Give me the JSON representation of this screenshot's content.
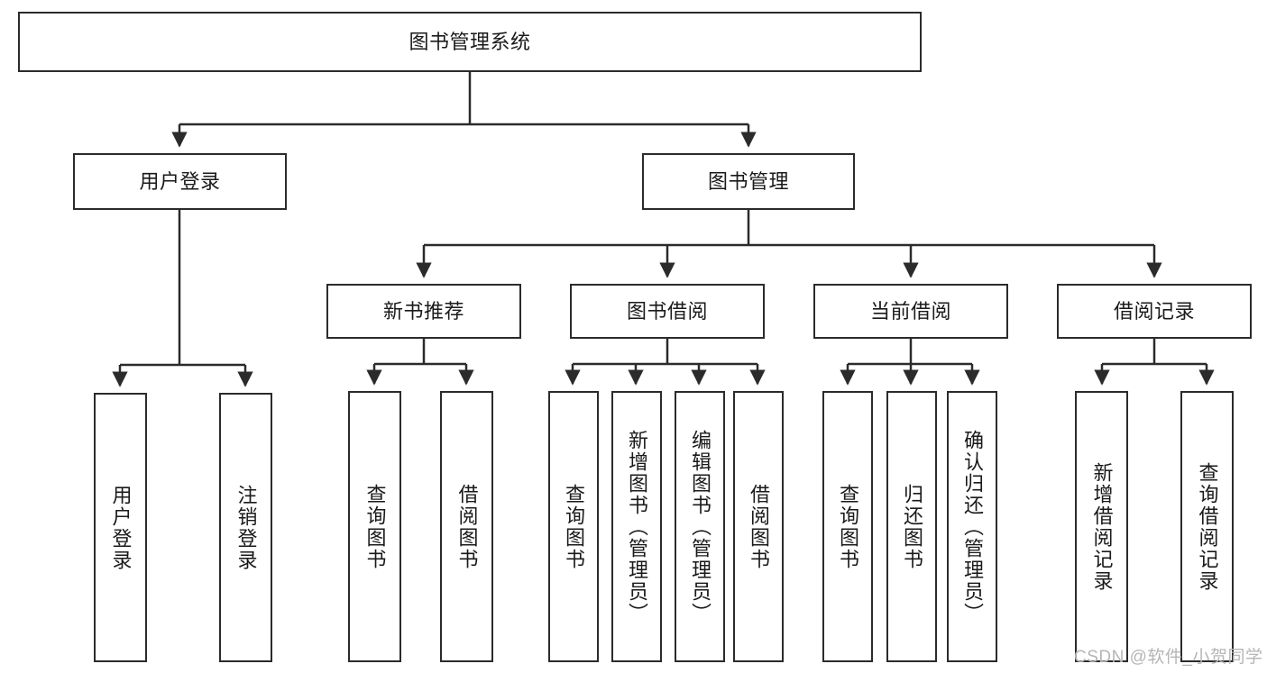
{
  "diagram": {
    "title": "图书管理系统",
    "type": "hierarchy-tree",
    "watermark": "CSDN @软件_小贺同学",
    "colors": {
      "border": "#2b2b2b",
      "background": "#ffffff",
      "text": "#1a1a1a",
      "watermark": "#b6b6b6"
    },
    "nodes": {
      "root": {
        "label": "图书管理系统",
        "level": 1,
        "orientation": "horizontal"
      },
      "l2_user_login": {
        "label": "用户登录",
        "level": 2,
        "orientation": "horizontal"
      },
      "l2_book_mgmt": {
        "label": "图书管理",
        "level": 2,
        "orientation": "horizontal"
      },
      "l3_new_book_rec": {
        "label": "新书推荐",
        "level": 3,
        "orientation": "horizontal"
      },
      "l3_book_borrow": {
        "label": "图书借阅",
        "level": 3,
        "orientation": "horizontal"
      },
      "l3_current_borrow": {
        "label": "当前借阅",
        "level": 3,
        "orientation": "horizontal"
      },
      "l3_borrow_record": {
        "label": "借阅记录",
        "level": 3,
        "orientation": "horizontal"
      },
      "leaf_user_login": {
        "label": "用户登录",
        "level": 4,
        "orientation": "vertical"
      },
      "leaf_user_logout": {
        "label": "注销登录",
        "level": 4,
        "orientation": "vertical"
      },
      "leaf_query_book_a": {
        "label": "查询图书",
        "level": 4,
        "orientation": "vertical"
      },
      "leaf_borrow_book_a": {
        "label": "借阅图书",
        "level": 4,
        "orientation": "vertical"
      },
      "leaf_query_book_b": {
        "label": "查询图书",
        "level": 4,
        "orientation": "vertical"
      },
      "leaf_add_book": {
        "label": "新增图书（管理员）",
        "level": 4,
        "orientation": "vertical"
      },
      "leaf_edit_book": {
        "label": "编辑图书（管理员）",
        "level": 4,
        "orientation": "vertical"
      },
      "leaf_borrow_book_b": {
        "label": "借阅图书",
        "level": 4,
        "orientation": "vertical"
      },
      "leaf_query_book_c": {
        "label": "查询图书",
        "level": 4,
        "orientation": "vertical"
      },
      "leaf_return_book": {
        "label": "归还图书",
        "level": 4,
        "orientation": "vertical"
      },
      "leaf_confirm_return": {
        "label": "确认归还（管理员）",
        "level": 4,
        "orientation": "vertical"
      },
      "leaf_add_record": {
        "label": "新增借阅记录",
        "level": 4,
        "orientation": "vertical"
      },
      "leaf_query_record": {
        "label": "查询借阅记录",
        "level": 4,
        "orientation": "vertical"
      }
    }
  }
}
